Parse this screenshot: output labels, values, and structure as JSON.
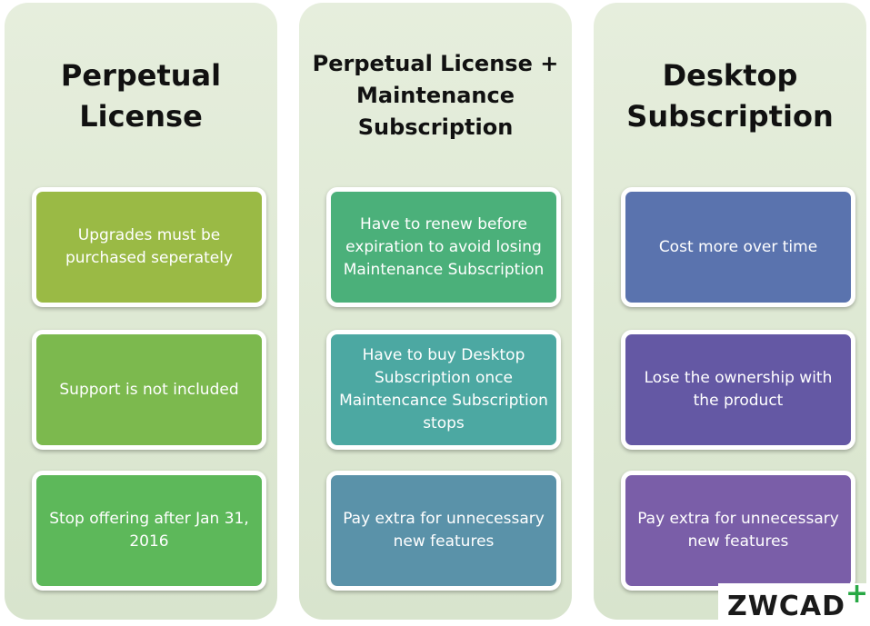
{
  "columns": [
    {
      "title_lines": [
        "Perpetual",
        "License"
      ],
      "cards": [
        "Upgrades must be purchased seperately",
        "Support is not included",
        "Stop offering after Jan 31, 2016"
      ]
    },
    {
      "title_lines": [
        "Perpetual License +",
        "Maintenance",
        "Subscription"
      ],
      "cards": [
        "Have to renew before expiration to avoid losing Maintenance Subscription",
        "Have to buy Desktop Subscription once Maintencance Subscription stops",
        "Pay extra for unnecessary new features"
      ]
    },
    {
      "title_lines": [
        "Desktop",
        "Subscription"
      ],
      "cards": [
        "Cost more over time",
        "Lose the ownership with the product",
        "Pay extra for unnecessary new features"
      ]
    }
  ],
  "logo": {
    "text": "ZWCAD",
    "plus": "+"
  },
  "colors": {
    "column_bg": "#dfe9d5",
    "card_border": "#ffffff",
    "perpetual": [
      "#9aba45",
      "#7cb94e",
      "#5db85a"
    ],
    "maintenance": [
      "#4bb07a",
      "#4ca8a2",
      "#5a92a9"
    ],
    "subscription": [
      "#5a73ae",
      "#6458a4",
      "#7a5ea8"
    ],
    "logo_plus": "#27a844"
  }
}
